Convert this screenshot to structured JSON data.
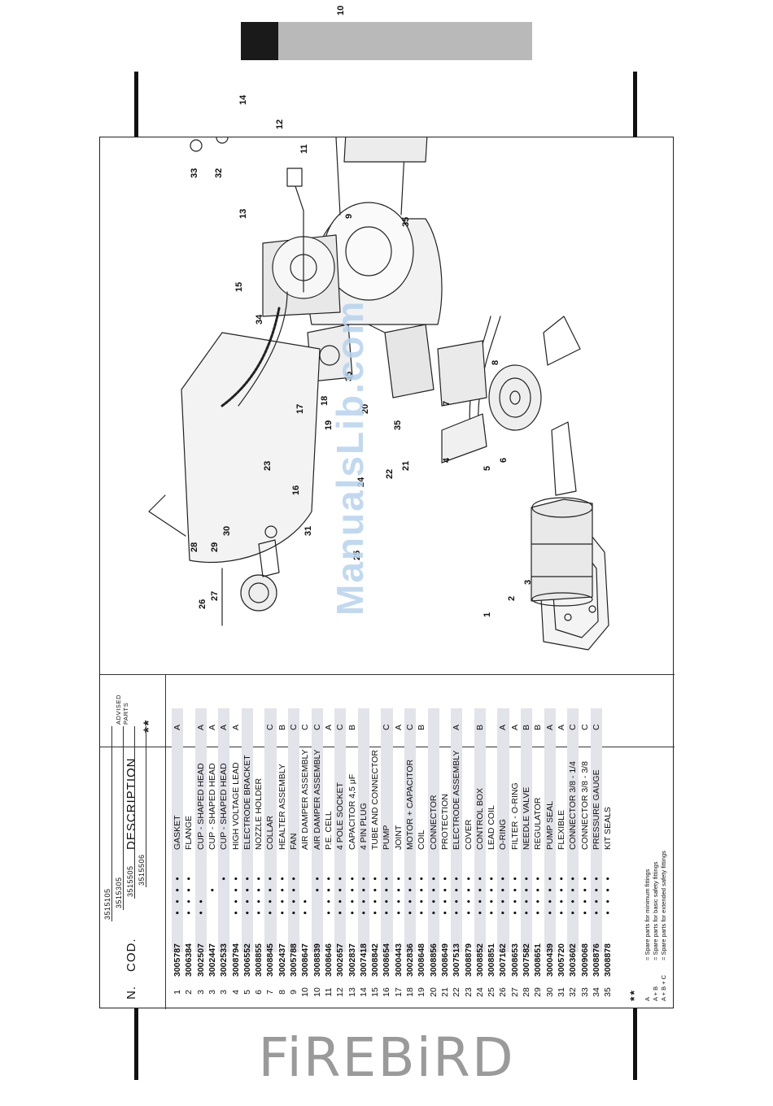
{
  "headers": {
    "n": "N.",
    "cod": "COD.",
    "description": "DESCRIPTION",
    "advised": "ADVISED PARTS",
    "advised_mark": "**"
  },
  "models": [
    "3515105",
    "3515305",
    "3515505",
    "3515506"
  ],
  "rows": [
    {
      "n": "1",
      "cod": "3005787",
      "m": [
        "•",
        "•",
        "•",
        "•"
      ],
      "desc": "GASKET",
      "adv": "A"
    },
    {
      "n": "2",
      "cod": "3006384",
      "m": [
        "•",
        "•",
        "•",
        "•"
      ],
      "desc": "FLANGE",
      "adv": ""
    },
    {
      "n": "3",
      "cod": "3002507",
      "m": [
        "•",
        "•",
        "",
        ""
      ],
      "desc": "CUP - SHAPED HEAD",
      "adv": "A"
    },
    {
      "n": "3",
      "cod": "3002447",
      "m": [
        "",
        "",
        "•",
        ""
      ],
      "desc": "CUP - SHAPED HEAD",
      "adv": "A"
    },
    {
      "n": "3",
      "cod": "3002533",
      "m": [
        "",
        "",
        "",
        "•"
      ],
      "desc": "CUP - SHAPED HEAD",
      "adv": "A"
    },
    {
      "n": "4",
      "cod": "3008794",
      "m": [
        "•",
        "•",
        "•",
        "•"
      ],
      "desc": "HIGH VOLTAGE LEAD",
      "adv": "A"
    },
    {
      "n": "5",
      "cod": "3006552",
      "m": [
        "•",
        "•",
        "•",
        "•"
      ],
      "desc": "ELECTRODE BRACKET",
      "adv": ""
    },
    {
      "n": "6",
      "cod": "3008855",
      "m": [
        "•",
        "•",
        "•",
        "•"
      ],
      "desc": "NOZZLE HOLDER",
      "adv": ""
    },
    {
      "n": "7",
      "cod": "3008845",
      "m": [
        "•",
        "•",
        "•",
        "•"
      ],
      "desc": "COLLAR",
      "adv": "C"
    },
    {
      "n": "8",
      "cod": "3002437",
      "m": [
        "•",
        "•",
        "•",
        "•"
      ],
      "desc": "HEALTER ASSEMBLY",
      "adv": "B"
    },
    {
      "n": "9",
      "cod": "3005788",
      "m": [
        "•",
        "•",
        "•",
        "•"
      ],
      "desc": "FAN",
      "adv": "C"
    },
    {
      "n": "10",
      "cod": "3008647",
      "m": [
        "•",
        "•",
        "",
        ""
      ],
      "desc": "AIR DAMPER ASSEMBLY",
      "adv": "C"
    },
    {
      "n": "10",
      "cod": "3008839",
      "m": [
        "",
        "",
        "•",
        "•"
      ],
      "desc": "AIR DAMPER ASSEMBLY",
      "adv": "C"
    },
    {
      "n": "11",
      "cod": "3008646",
      "m": [
        "•",
        "•",
        "•",
        "•"
      ],
      "desc": "P.E. CELL",
      "adv": "A"
    },
    {
      "n": "12",
      "cod": "3002657",
      "m": [
        "•",
        "•",
        "•",
        "•"
      ],
      "desc": "4 POLE SOCKET",
      "adv": "C"
    },
    {
      "n": "13",
      "cod": "3002837",
      "m": [
        "•",
        "•",
        "•",
        "•"
      ],
      "desc": "CAPACITOR 4,5 μF",
      "adv": "B"
    },
    {
      "n": "14",
      "cod": "3007418",
      "m": [
        "•",
        "•",
        "•",
        "•"
      ],
      "desc": "4 PIN PLUG",
      "adv": ""
    },
    {
      "n": "15",
      "cod": "3008842",
      "m": [
        "•",
        "•",
        "•",
        "•"
      ],
      "desc": "TUBE AND CONNECTOR",
      "adv": ""
    },
    {
      "n": "16",
      "cod": "3008654",
      "m": [
        "•",
        "•",
        "•",
        "•"
      ],
      "desc": "PUMP",
      "adv": "C"
    },
    {
      "n": "17",
      "cod": "3000443",
      "m": [
        "•",
        "•",
        "•",
        "•"
      ],
      "desc": "JOINT",
      "adv": "A"
    },
    {
      "n": "18",
      "cod": "3002836",
      "m": [
        "•",
        "•",
        "•",
        "•"
      ],
      "desc": "MOTOR +  CAPACITOR",
      "adv": "C"
    },
    {
      "n": "19",
      "cod": "3008648",
      "m": [
        "•",
        "•",
        "•",
        "•"
      ],
      "desc": "COIL",
      "adv": "B"
    },
    {
      "n": "20",
      "cod": "3008856",
      "m": [
        "•",
        "•",
        "•",
        "•"
      ],
      "desc": "CONNECTOR",
      "adv": ""
    },
    {
      "n": "21",
      "cod": "3008649",
      "m": [
        "•",
        "•",
        "•",
        "•"
      ],
      "desc": "PROTECTION",
      "adv": ""
    },
    {
      "n": "22",
      "cod": "3007513",
      "m": [
        "•",
        "•",
        "•",
        "•"
      ],
      "desc": "ELECTRODE ASSEMBLY",
      "adv": "A"
    },
    {
      "n": "23",
      "cod": "3008879",
      "m": [
        "•",
        "•",
        "•",
        "•"
      ],
      "desc": "COVER",
      "adv": ""
    },
    {
      "n": "24",
      "cod": "3008852",
      "m": [
        "•",
        "•",
        "•",
        "•"
      ],
      "desc": "CONTROL BOX",
      "adv": "B"
    },
    {
      "n": "25",
      "cod": "3008851",
      "m": [
        "•",
        "•",
        "•",
        "•"
      ],
      "desc": "LEAD COIL",
      "adv": ""
    },
    {
      "n": "26",
      "cod": "3007162",
      "m": [
        "•",
        "•",
        "•",
        "•"
      ],
      "desc": "O-RING",
      "adv": "A"
    },
    {
      "n": "27",
      "cod": "3008653",
      "m": [
        "•",
        "•",
        "•",
        "•"
      ],
      "desc": "FILTER - O-RING",
      "adv": "A"
    },
    {
      "n": "28",
      "cod": "3007582",
      "m": [
        "•",
        "•",
        "•",
        "•"
      ],
      "desc": "NEEDLE VALVE",
      "adv": "B"
    },
    {
      "n": "29",
      "cod": "3008651",
      "m": [
        "•",
        "•",
        "•",
        "•"
      ],
      "desc": "REGULATOR",
      "adv": "B"
    },
    {
      "n": "30",
      "cod": "3000439",
      "m": [
        "•",
        "•",
        "•",
        "•"
      ],
      "desc": "PUMP SEAL",
      "adv": "A"
    },
    {
      "n": "31",
      "cod": "3005720",
      "m": [
        "•",
        "•",
        "•",
        "•"
      ],
      "desc": "FLEXIBLE",
      "adv": "A"
    },
    {
      "n": "32",
      "cod": "3003602",
      "m": [
        "•",
        "•",
        "•",
        "•"
      ],
      "desc": "CONNECTOR 3/8 - 1/4",
      "adv": "C"
    },
    {
      "n": "33",
      "cod": "3009068",
      "m": [
        "•",
        "•",
        "•",
        "•"
      ],
      "desc": "CONNECTOR 3/8 - 3/8",
      "adv": "C"
    },
    {
      "n": "34",
      "cod": "3008876",
      "m": [
        "•",
        "•",
        "•",
        "•"
      ],
      "desc": "PRESSURE GAUGE",
      "adv": "C"
    },
    {
      "n": "35",
      "cod": "3008878",
      "m": [
        "•",
        "•",
        "•",
        "•"
      ],
      "desc": "KIT SEALS",
      "adv": ""
    }
  ],
  "legend": {
    "mark": "**",
    "items": [
      {
        "key": "A",
        "text": "= Spare parts for minimum fittings"
      },
      {
        "key": "A + B",
        "text": "= Spare parts for basic safety fittings"
      },
      {
        "key": "A + B + C",
        "text": "= Spare parts for extended safety fittings"
      }
    ]
  },
  "callouts": [
    "1",
    "2",
    "3",
    "4",
    "5",
    "6",
    "7",
    "8",
    "9",
    "10",
    "11",
    "12",
    "13",
    "14",
    "15",
    "16",
    "17",
    "18",
    "19",
    "20",
    "21",
    "22",
    "23",
    "24",
    "25",
    "26",
    "27",
    "28",
    "29",
    "30",
    "31",
    "32",
    "33",
    "34",
    "35",
    "35",
    "35"
  ],
  "watermark": "ManualsLib.com",
  "logo": "FiREBiRD"
}
